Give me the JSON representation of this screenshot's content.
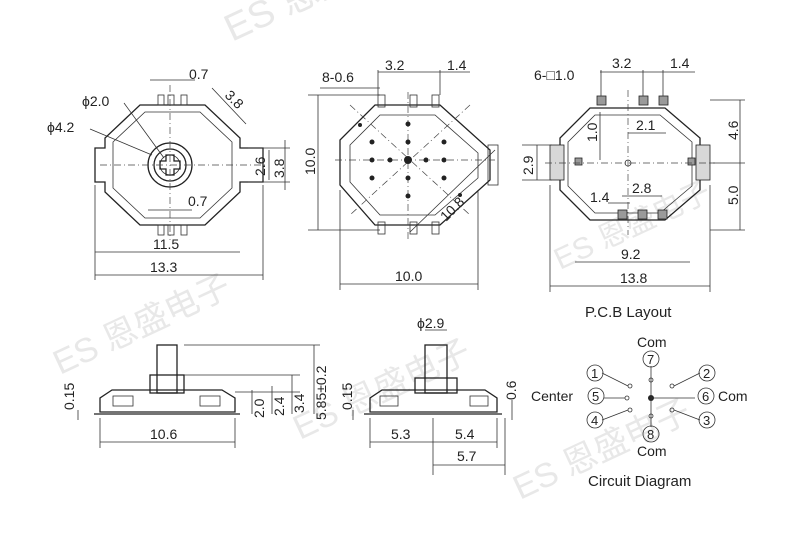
{
  "watermark": "ES 恩盛电子",
  "top_view": {
    "dims": {
      "top_gap": "0.7",
      "chamfer": "3.8",
      "knob_dia": "ϕ2.0",
      "ring_dia": "ϕ4.2",
      "side_small": "2.6",
      "side_large": "3.8",
      "bottom_gap": "0.7",
      "inner_width": "11.5",
      "overall_width": "13.3"
    }
  },
  "rotated_view": {
    "dims": {
      "pin_spec": "8-0.6",
      "pitch": "3.2",
      "pin_pitch": "1.4",
      "height": "10.0",
      "diagonal": "10.8",
      "width": "10.0"
    }
  },
  "pcb_layout": {
    "title": "P.C.B Layout",
    "dims": {
      "pad_spec": "6-□1.0",
      "pitch": "3.2",
      "pad_pitch": "1.4",
      "v_small": "1.0",
      "h_small": "2.1",
      "right_upper": "4.6",
      "left_height": "2.9",
      "right_lower": "5.0",
      "bottom_pitch": "1.4",
      "bottom_span": "2.8",
      "inner_width": "9.2",
      "overall_width": "13.8"
    }
  },
  "side_view_left": {
    "dims": {
      "tab": "0.15",
      "h1": "2.0",
      "h2": "2.4",
      "h3": "3.4",
      "total_height": "5.85±0.2",
      "width": "10.6"
    }
  },
  "side_view_right": {
    "dims": {
      "shaft_dia": "ϕ2.9",
      "tab": "0.15",
      "right_tab": "0.6",
      "left_half": "5.3",
      "right_half": "5.4",
      "right_offset": "5.7"
    }
  },
  "circuit": {
    "title": "Circuit Diagram",
    "labels": {
      "com_top": "Com",
      "com_right": "Com",
      "com_bottom": "Com",
      "center": "Center"
    },
    "pins": [
      "1",
      "2",
      "3",
      "4",
      "5",
      "6",
      "7",
      "8"
    ]
  }
}
